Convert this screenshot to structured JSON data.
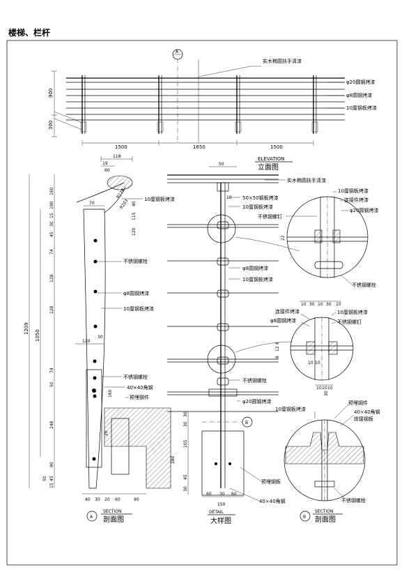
{
  "title": "楼梯、栏杆",
  "elevation": {
    "marker": "A",
    "labels": {
      "handrail": "实木椭圆扶手清漆",
      "rod20": "φ20圆钢烤漆",
      "rod8": "φ8圆钢烤漆",
      "plate10": "10厘钢板烤漆"
    },
    "dims": {
      "h900": "900",
      "h300": "300",
      "w1": "1500",
      "w2": "1650",
      "w3": "1500"
    },
    "caption_en": "ELEVATION",
    "caption_cn": "立面图"
  },
  "sectionA": {
    "marker": "A",
    "dims_top": {
      "d118": "118",
      "d19": "19",
      "d60": "60",
      "d70": "70"
    },
    "radii": {
      "r1": "R178",
      "r2": "R203"
    },
    "dims_left": [
      "160",
      "190",
      "15",
      "30",
      "45",
      "74",
      "128",
      "128",
      "74",
      "50",
      "248",
      "90",
      "45",
      "15",
      "50"
    ],
    "dims_right": [
      "40",
      "115",
      "120"
    ],
    "overall": "1209",
    "inner": "1050",
    "d120": "120",
    "d30": "30",
    "d160": "160",
    "d20": "20",
    "labels": {
      "plate10": "10厘钢板烤漆",
      "bolt1": "不锈钢螺栓",
      "rod8": "φ8圆钢烤漆",
      "plate10b": "10厘钢板烤漆",
      "bolt2": "不锈钢螺栓",
      "angle": "40×40角钢",
      "embed": "预埋钢件"
    },
    "dims_bottom": [
      "40",
      "30",
      "20",
      "60",
      "90"
    ],
    "caption_en": "SECTION",
    "caption_cn": "剖面图"
  },
  "detail": {
    "d50": "50",
    "d10": "10",
    "labels": {
      "handrail": "实木椭圆扶手清漆",
      "tube": "50×50钢板烤漆",
      "plate10": "10厘钢板烤漆",
      "rod8": "φ8圆钢烤漆",
      "plate10b": "10厘钢板烤漆",
      "bolt": "不锈钢螺栓",
      "rod20": "φ20圆钢烤漆",
      "embedplate": "预埋钢板",
      "angle": "40×40角钢"
    },
    "marker": "B",
    "dims_left": [
      "30",
      "30",
      "105",
      "280",
      "45",
      "30"
    ],
    "dims_bottom": [
      "60",
      "30",
      "60"
    ],
    "total": "150",
    "caption_en": "DETAIL",
    "caption_cn": "大样图"
  },
  "circle1": {
    "labels": {
      "plate10": "10厘钢板烤漆",
      "connector": "连接件烤漆",
      "screw": "不锈钢螺钉",
      "rod20": "φ20圆钢烤漆",
      "bolt": "不锈钢螺栓"
    },
    "d22": "22",
    "dims": [
      "10",
      "30",
      "10",
      "30",
      "10"
    ]
  },
  "circle2": {
    "labels": {
      "connector": "连接件烤漆",
      "rod8": "φ8圆钢烤漆",
      "plate10": "10厘钢板烤漆",
      "screw": "不锈钢螺钉"
    },
    "dims_left": [
      "8",
      "12",
      "8"
    ],
    "dims": [
      "10",
      "10",
      "10"
    ],
    "d30": "30"
  },
  "circle3": {
    "labels": {
      "plate10": "10厘钢板烤漆",
      "embed": "预埋钢件",
      "angle": "40×40角钢",
      "weld": "焊接钢板",
      "bolt": "不锈钢螺栓"
    },
    "marker": "B",
    "caption_en": "SECTION",
    "caption_cn": "剖面图"
  }
}
